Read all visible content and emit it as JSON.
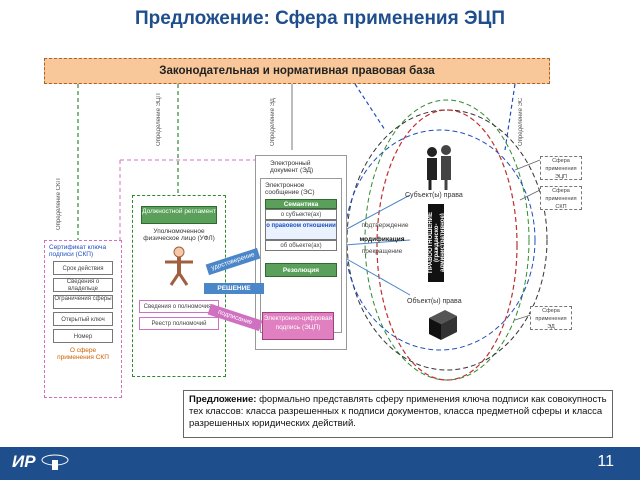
{
  "title": "Предложение: Сфера применения ЭЦП",
  "law_bar": "Законодательная и нормативная правовая база",
  "vertical_labels": [
    "Определение СКП",
    "Определение ЭЦП",
    "Определение ЭД",
    "Определение ЭС"
  ],
  "left_panel": {
    "title": "Сертификат ключа подписи (СКП)",
    "fields": [
      "Срок действия",
      "Сведения о владельце",
      "Ограничения сферы",
      "Открытый ключ",
      "Номер"
    ],
    "footer": "О сфере применения СКП"
  },
  "person_panel": {
    "position_box": "Должностной регламент",
    "person_label": "Уполномоченное физическое лицо (УФЛ)",
    "boxes": [
      "Сведения о полномочиях",
      "Реестр полномочий"
    ]
  },
  "doc_panel": {
    "title": "Электронный документ (ЭД)",
    "message_title": "Электронное сообщение (ЭС)",
    "semantics": "Семантика",
    "subject": "о субъекте(ах)",
    "relation": "о правовом отношении",
    "object": "об объекте(ах)",
    "resolution": "Резолюция",
    "signature": "Электронно-цифровая подпись (ЭЦП)"
  },
  "arrows": {
    "legitimacy": "удостоверение",
    "decision": "РЕШЕНИЕ",
    "signing": "подписание"
  },
  "relation_labels": [
    "подтверждение",
    "модификация",
    "прекращение"
  ],
  "legal_relation": "ПРАВООТНОШЕНИЕ (гражданско-административное)",
  "subjects_label": "Субъект(ы) права",
  "objects_label": "Объект(ы) права",
  "right_notes": [
    "Сфера применения ЭЦП",
    "Сфера применения СКП",
    "Сфера применения ЭД"
  ],
  "note_title": "Предложение:",
  "note_text": " формально представлять сферу применения ключа подписи как совокупность тех классов: класса разрешенных к подписи документов, класса предметной сферы и класса разрешенных юридических действий.",
  "footer": {
    "logo": "ИР",
    "page": "11"
  },
  "colors": {
    "title": "#1f4e8c",
    "bar": "#1f4e8c",
    "law": "#f8c89a",
    "green": "#5aa05a",
    "blue": "#4a86c8",
    "pink": "#e080c0"
  }
}
